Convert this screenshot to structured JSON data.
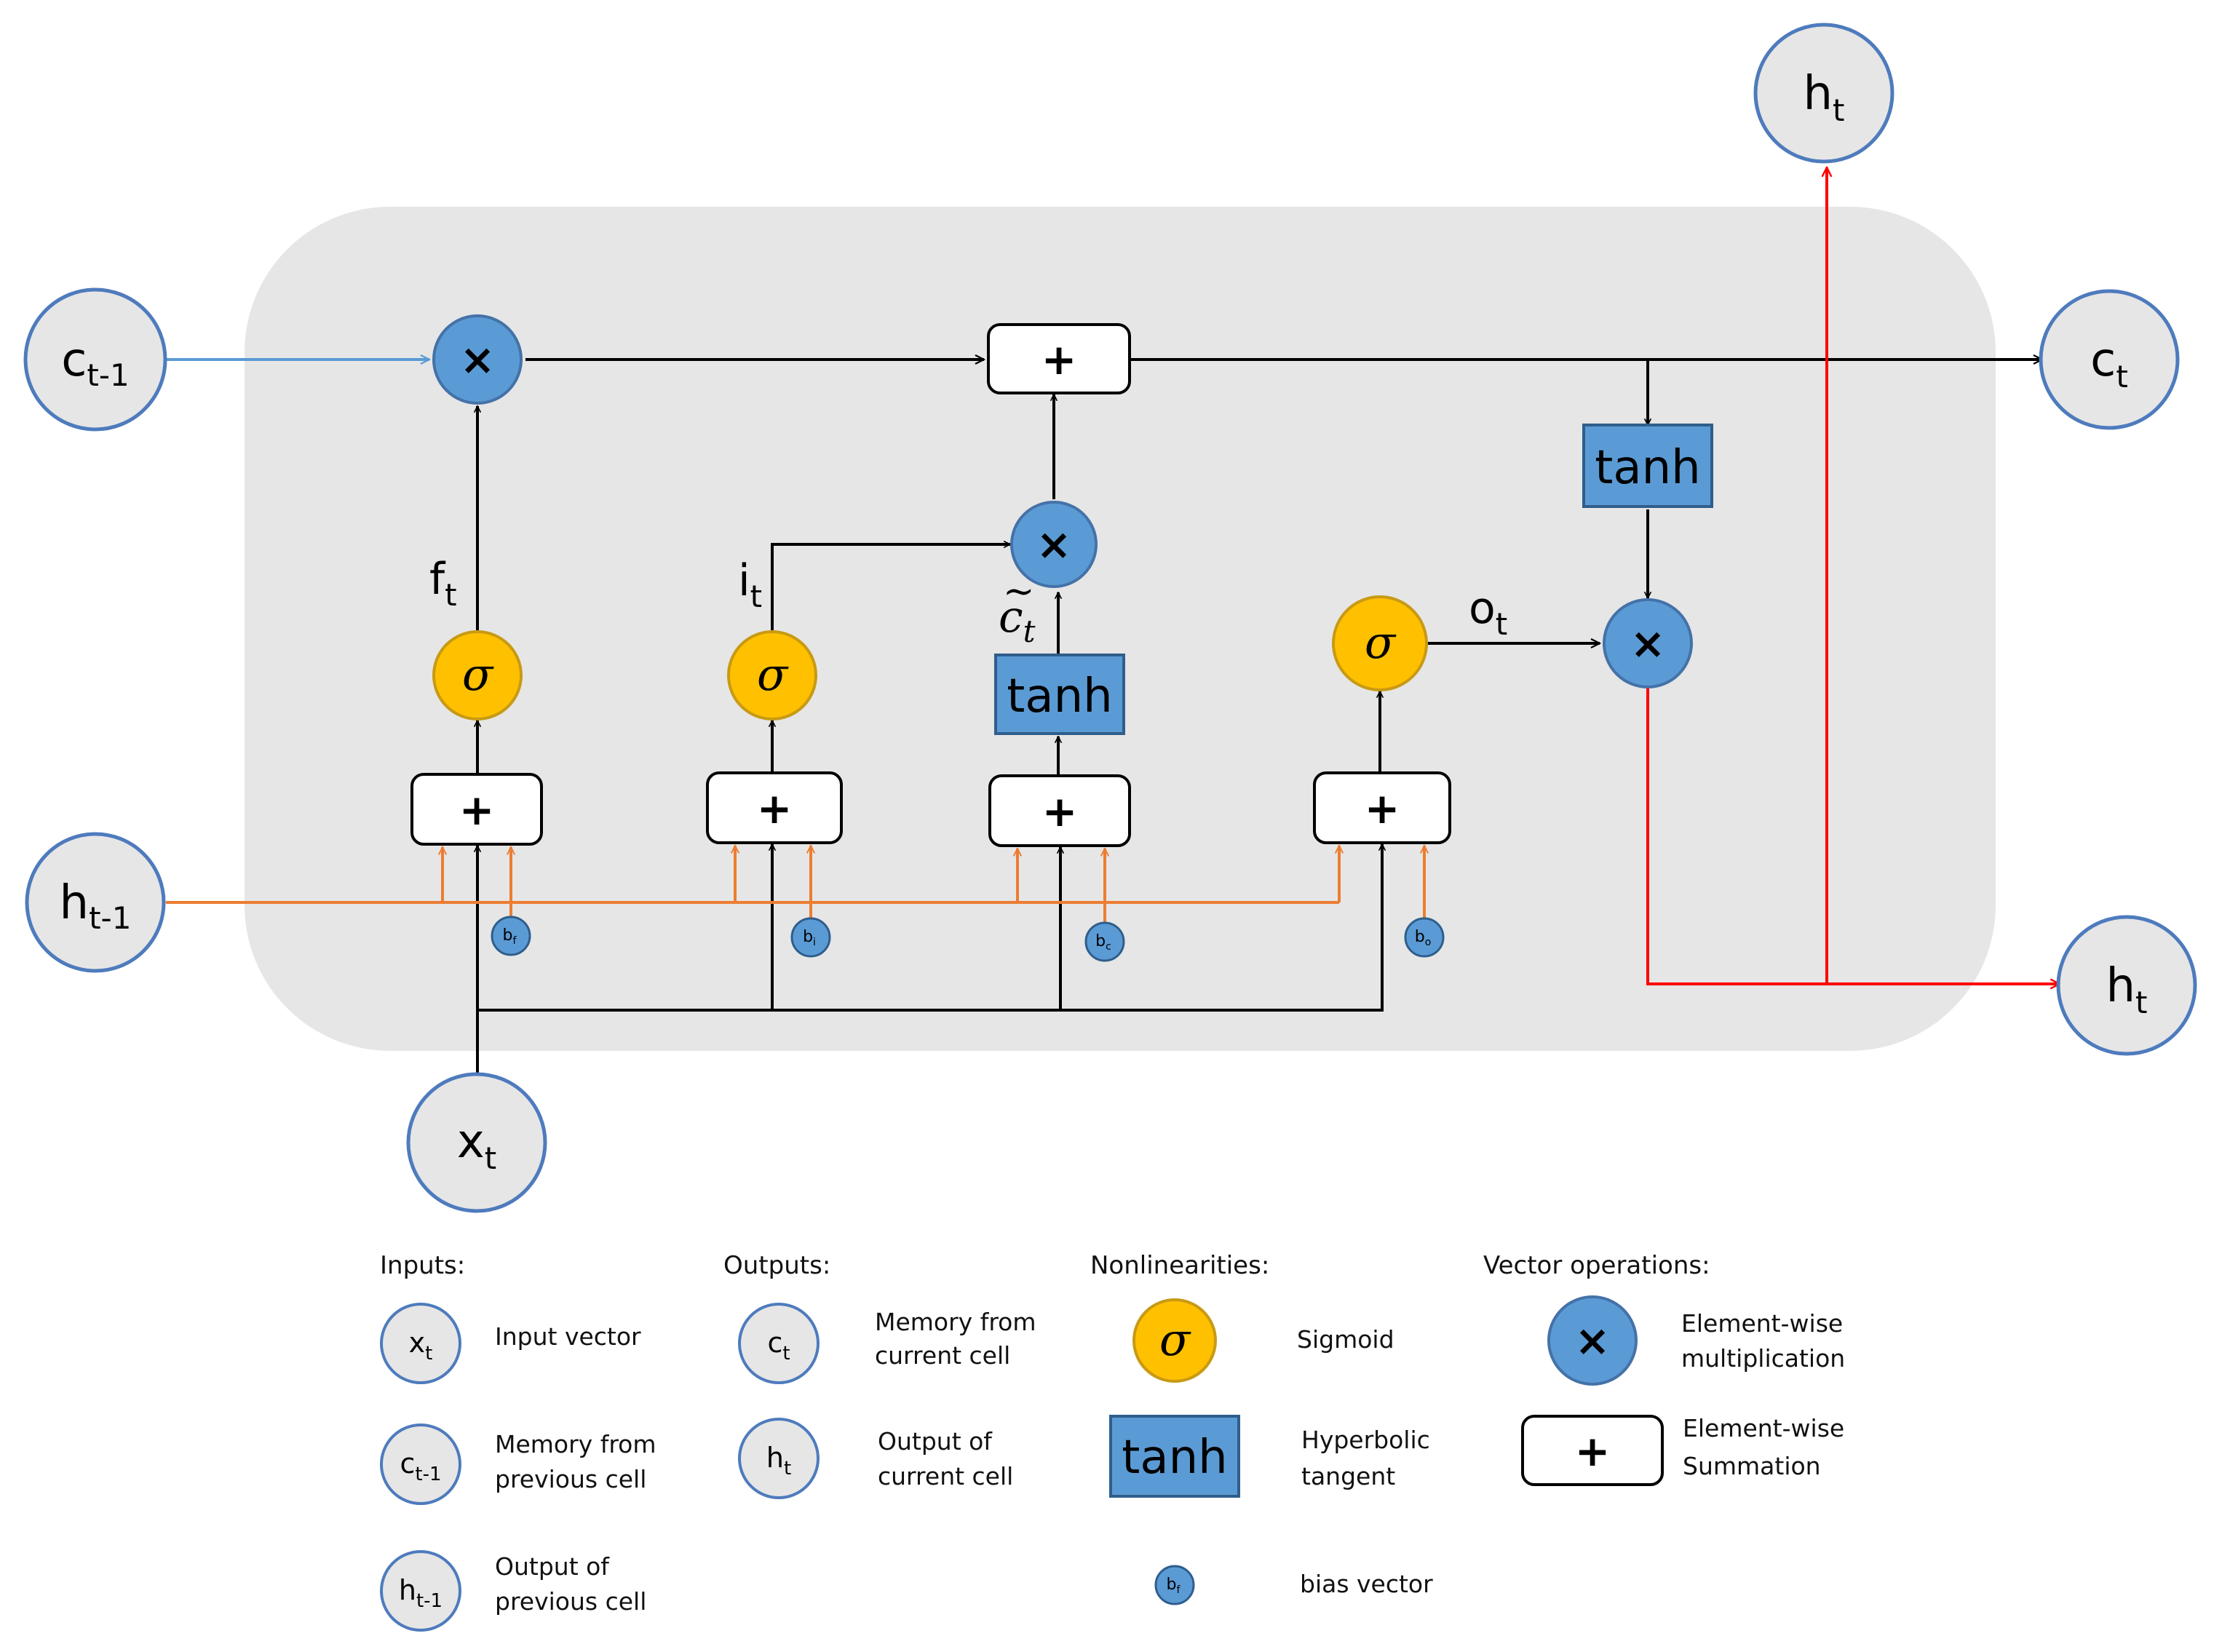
{
  "colors": {
    "cell_background": "#e6e6e6",
    "node_fill": "#e6e6e6",
    "node_stroke": "#4e7bbd",
    "multiply_fill": "#5b9bd5",
    "sigmoid_fill": "#ffc000",
    "tanh_fill": "#5b9bd5",
    "hidden_input_line": "#ed7d31",
    "cell_input_line": "#5b9bd5",
    "output_line": "#ff0000",
    "flow_line": "#000000"
  },
  "nodes": {
    "c_prev": {
      "main": "c",
      "sub": "t-1"
    },
    "h_prev": {
      "main": "h",
      "sub": "t-1"
    },
    "x_t": {
      "main": "x",
      "sub": "t"
    },
    "c_t": {
      "main": "c",
      "sub": "t"
    },
    "h_t_top": {
      "main": "h",
      "sub": "t"
    },
    "h_t_right": {
      "main": "h",
      "sub": "t"
    }
  },
  "operators": {
    "multiply": "×",
    "add": "+",
    "sigmoid": "σ",
    "tanh": "tanh"
  },
  "gate_labels": {
    "forget": {
      "main": "f",
      "sub": "t"
    },
    "input": {
      "main": "i",
      "sub": "t"
    },
    "candidate": {
      "main": "c",
      "sub": "t",
      "accent": "~"
    },
    "output": {
      "main": "o",
      "sub": "t"
    }
  },
  "biases": {
    "forget": {
      "main": "b",
      "sub": "f"
    },
    "input": {
      "main": "b",
      "sub": "i"
    },
    "candidate": {
      "main": "b",
      "sub": "c"
    },
    "output": {
      "main": "b",
      "sub": "o"
    }
  },
  "legend": {
    "inputs": {
      "heading": "Inputs:",
      "items": [
        {
          "main": "x",
          "sub": "t",
          "line1": "Input vector",
          "line2": ""
        },
        {
          "main": "c",
          "sub": "t-1",
          "line1": "Memory from",
          "line2": "previous cell"
        },
        {
          "main": "h",
          "sub": "t-1",
          "line1": "Output of",
          "line2": "previous cell"
        }
      ]
    },
    "outputs": {
      "heading": "Outputs:",
      "items": [
        {
          "main": "c",
          "sub": "t",
          "line1": "Memory from",
          "line2": "current cell"
        },
        {
          "main": "h",
          "sub": "t",
          "line1": "Output of",
          "line2": "current cell"
        }
      ]
    },
    "nonlinearities": {
      "heading": "Nonlinearities:",
      "sigmoid": {
        "symbol": "σ",
        "label": "Sigmoid"
      },
      "tanh": {
        "symbol": "tanh",
        "line1": "Hyperbolic",
        "line2": "tangent"
      },
      "bias": {
        "main": "b",
        "sub": "f",
        "label": "bias vector"
      }
    },
    "vector_operations": {
      "heading": "Vector operations:",
      "multiply": {
        "symbol": "×",
        "line1": "Element-wise",
        "line2": "multiplication"
      },
      "add": {
        "symbol": "+",
        "line1": "Element-wise",
        "line2": "Summation"
      }
    }
  }
}
